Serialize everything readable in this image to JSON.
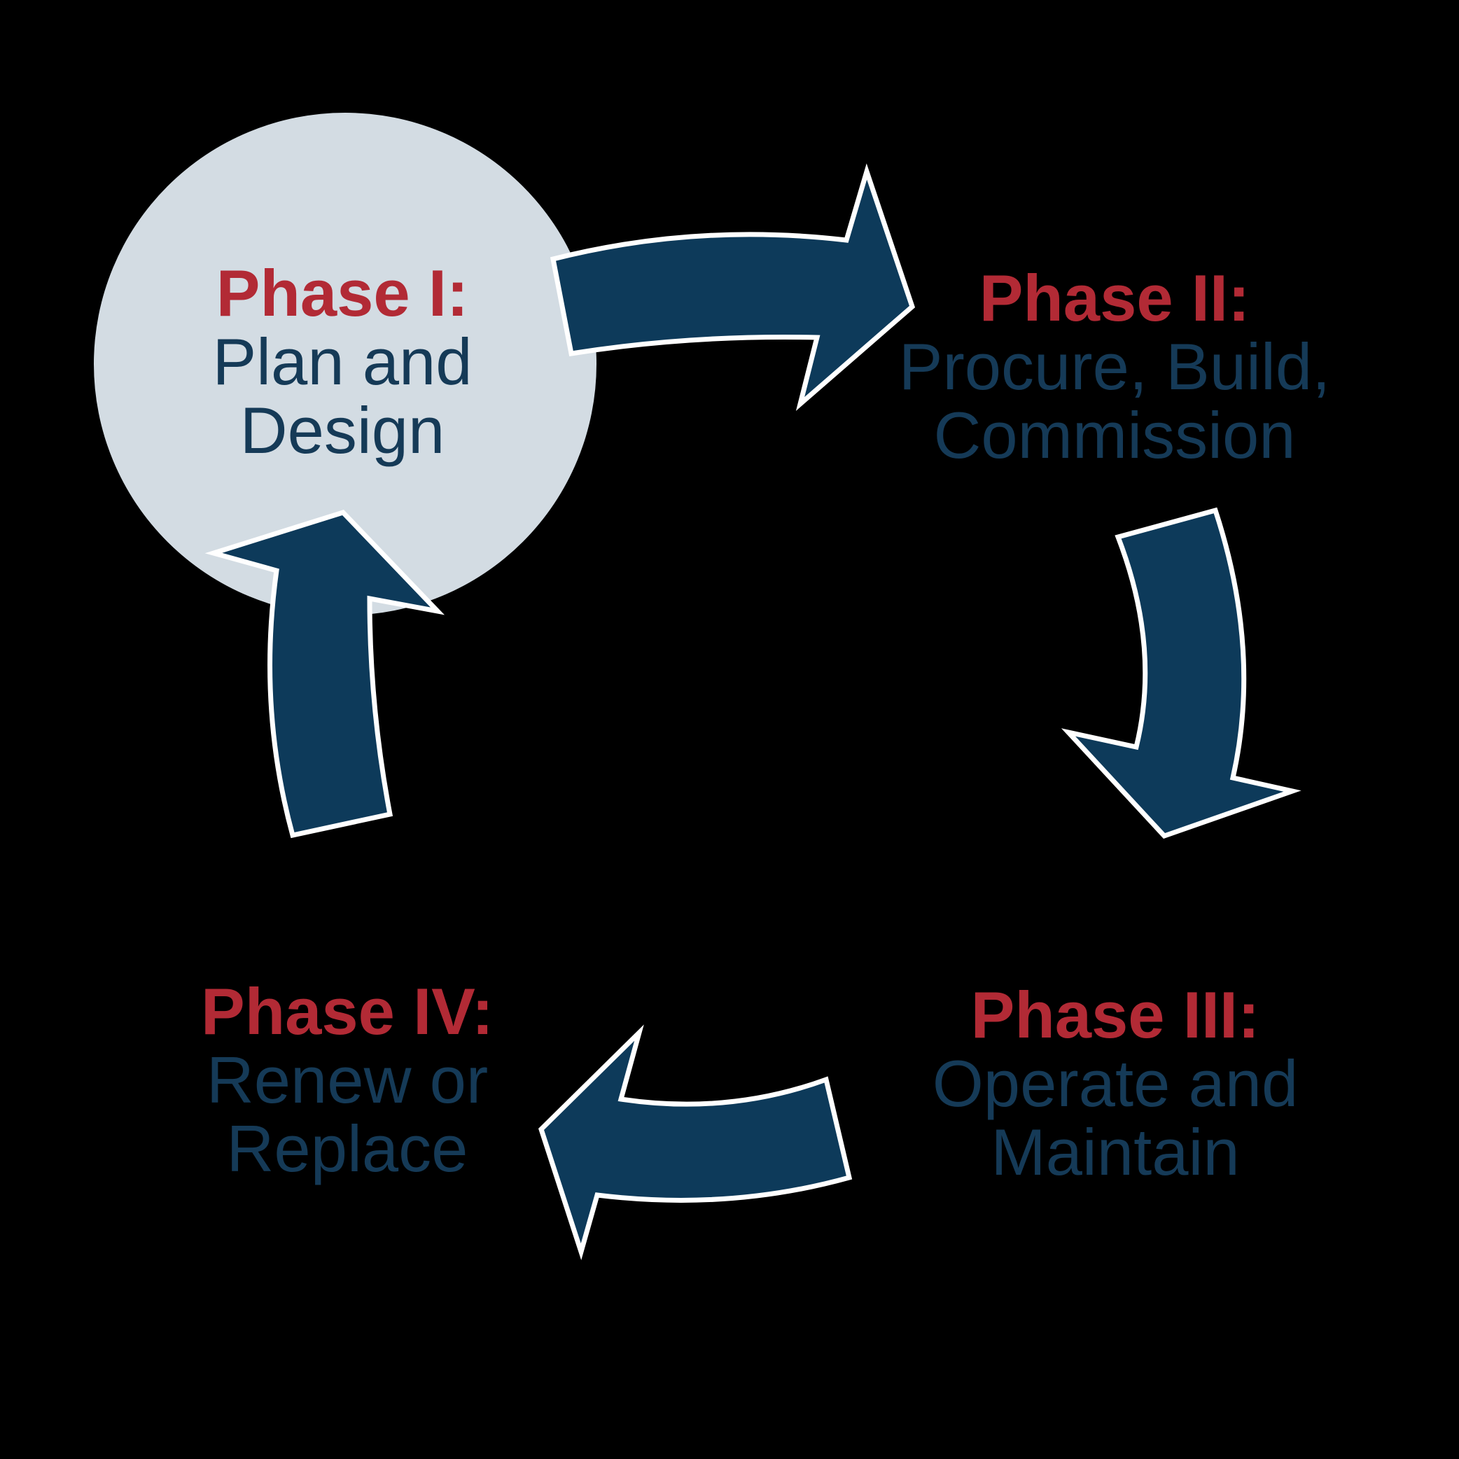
{
  "diagram": {
    "type": "cycle",
    "description": "Four-phase asset lifecycle cycle diagram"
  },
  "colors": {
    "background": "#000000",
    "circle_fill": "#d3dce3",
    "arrow_fill": "#0d3a5a",
    "arrow_outline": "#ffffff",
    "phase_label": "#b22a35",
    "phase_text": "#153a57"
  },
  "phases": [
    {
      "label": "Phase I:",
      "lines": [
        "Plan and",
        "Design"
      ],
      "highlighted": true
    },
    {
      "label": "Phase II:",
      "lines": [
        "Procure, Build,",
        "Commission"
      ],
      "highlighted": false
    },
    {
      "label": "Phase III:",
      "lines": [
        "Operate and",
        "Maintain"
      ],
      "highlighted": false
    },
    {
      "label": "Phase IV:",
      "lines": [
        "Renew or",
        "Replace"
      ],
      "highlighted": false
    }
  ],
  "arrows": [
    {
      "name": "arrow-phase1-to-phase2",
      "from": "Phase I",
      "to": "Phase II",
      "direction": "right"
    },
    {
      "name": "arrow-phase2-to-phase3",
      "from": "Phase II",
      "to": "Phase III",
      "direction": "down"
    },
    {
      "name": "arrow-phase3-to-phase4",
      "from": "Phase III",
      "to": "Phase IV",
      "direction": "left"
    },
    {
      "name": "arrow-phase4-to-phase1",
      "from": "Phase IV",
      "to": "Phase I",
      "direction": "up"
    }
  ]
}
